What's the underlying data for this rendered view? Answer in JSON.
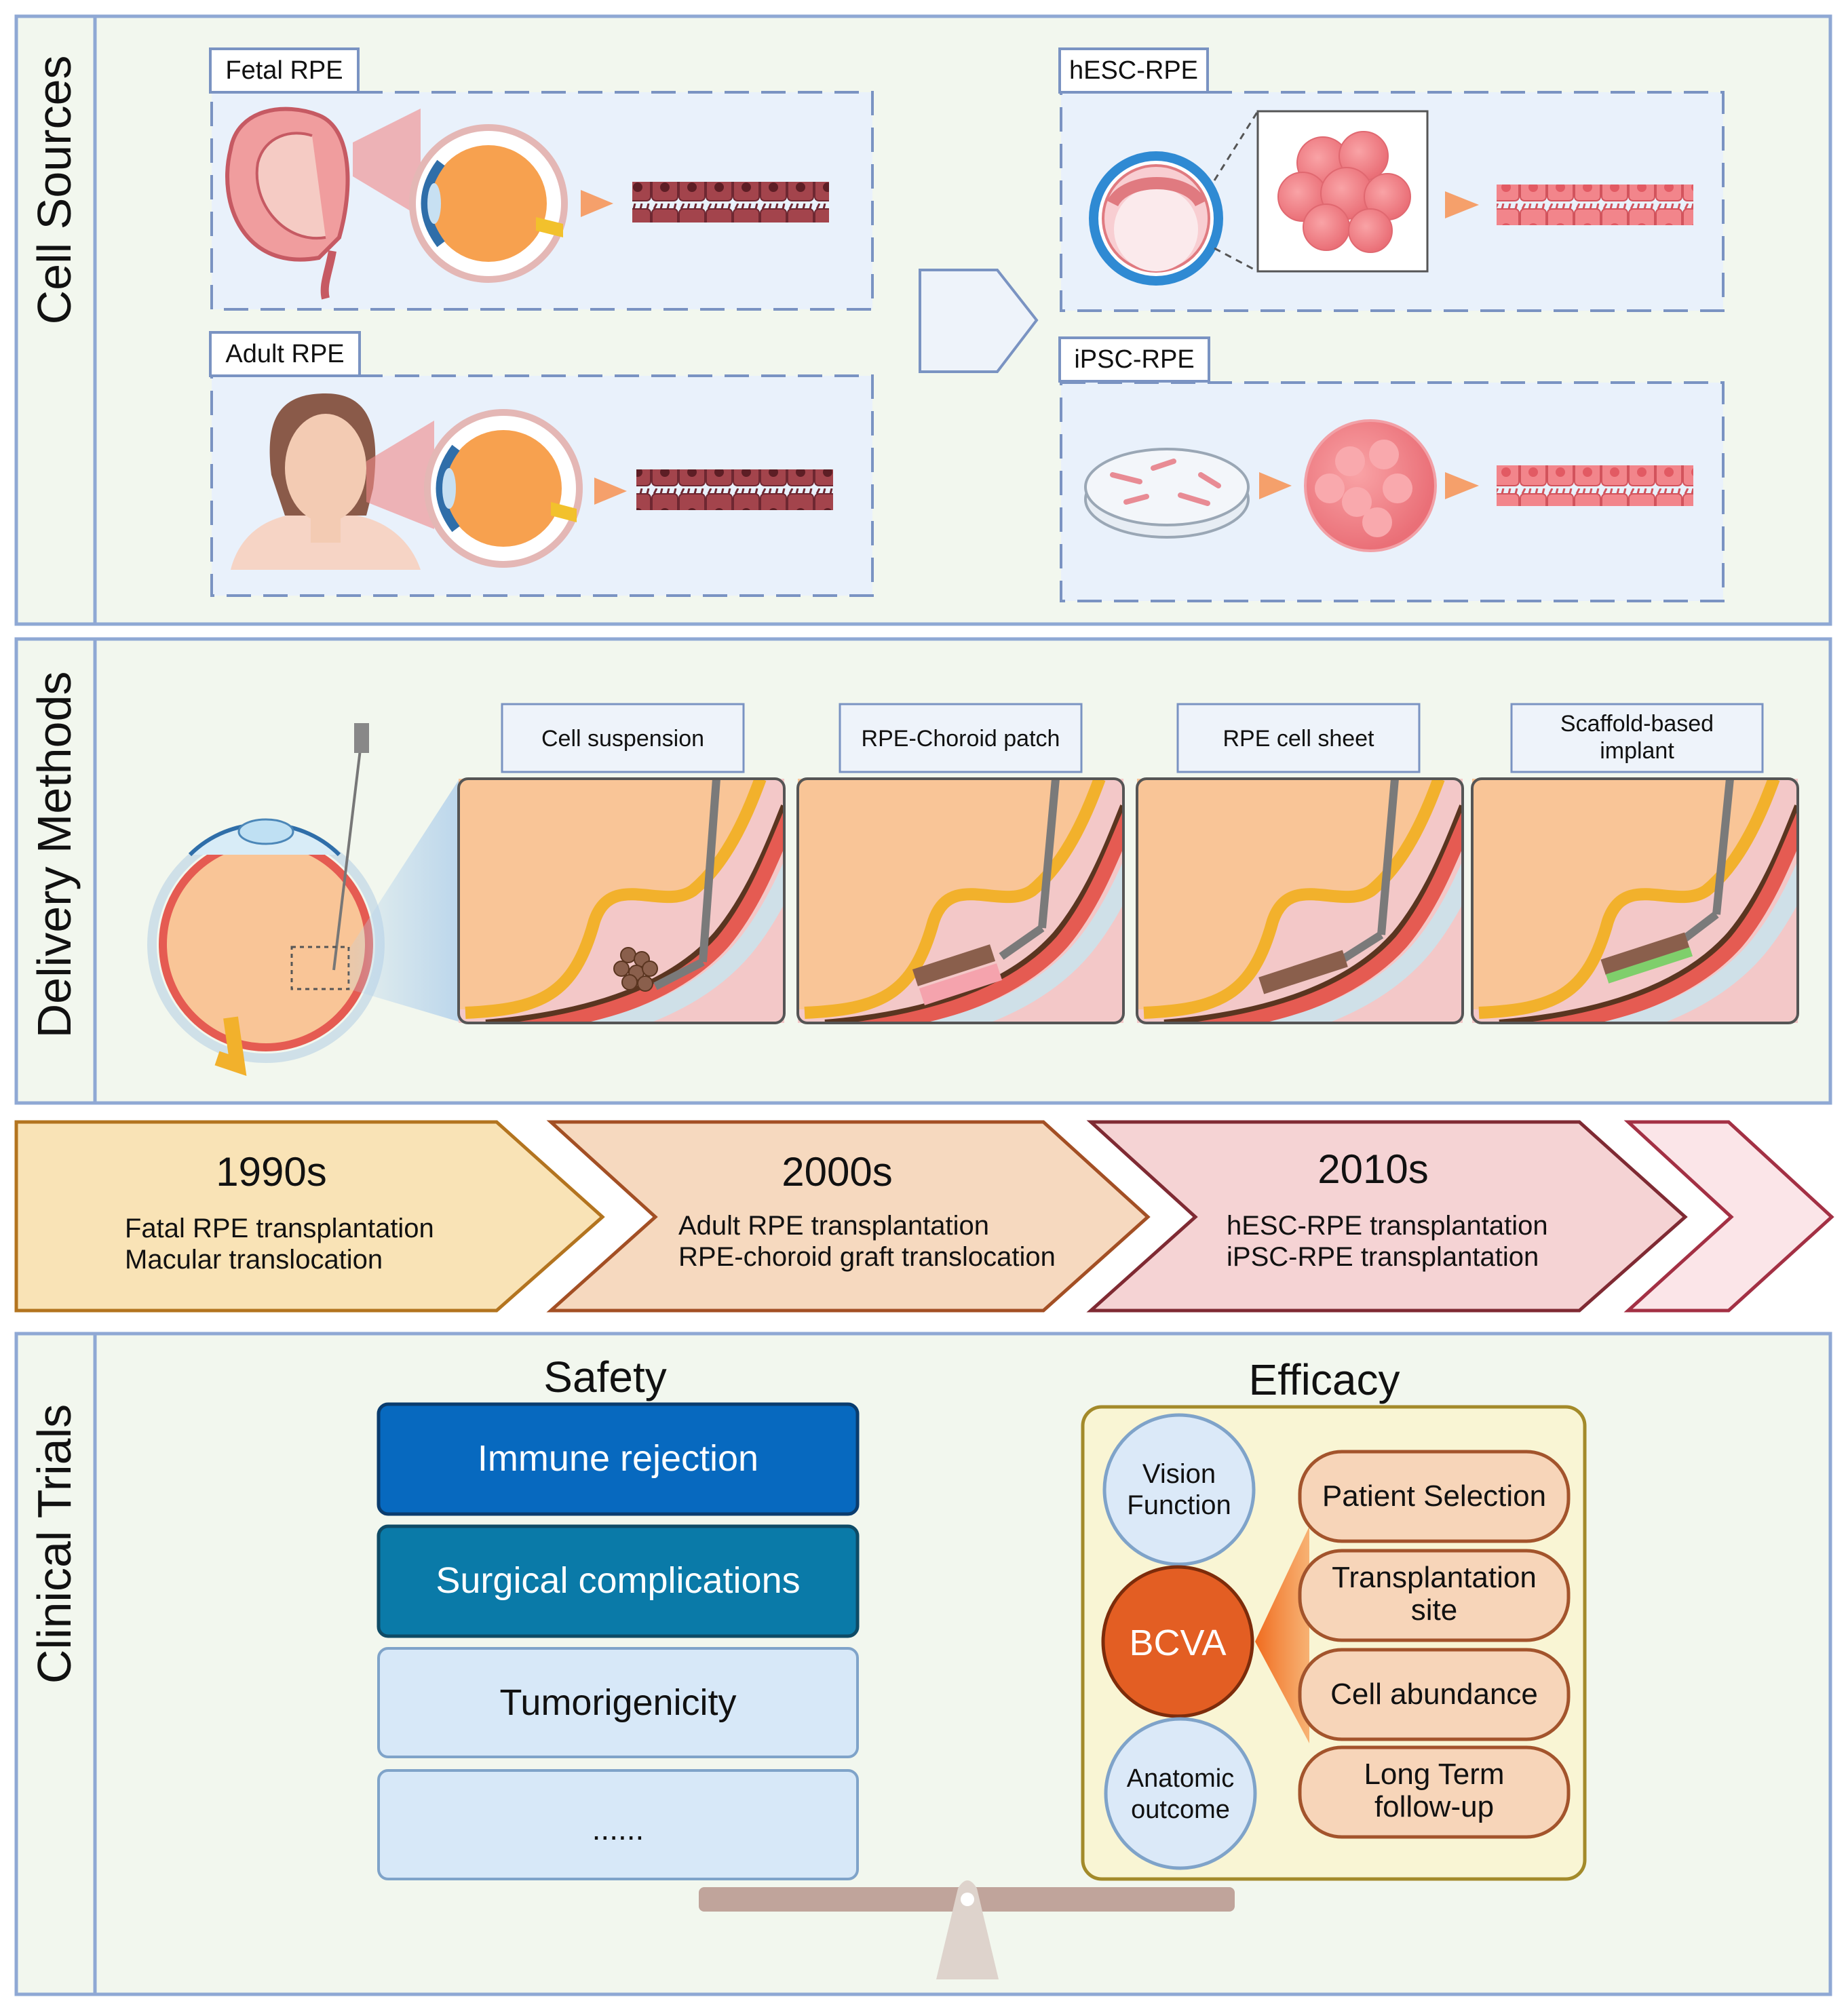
{
  "colors": {
    "panel_bg": "#f2f7ee",
    "panel_border": "#8fa8d4",
    "card_bg": "#e9f1fb",
    "card_border": "#7a93c2",
    "arrow_orange": "#f5a06b",
    "rpe_dark": "#a3444c",
    "rpe_light": "#f07f86",
    "timeline_1990_fill": "#f9e3b6",
    "timeline_1990_stroke": "#b3741f",
    "timeline_2000_fill": "#f6d9bf",
    "timeline_2000_stroke": "#a34f24",
    "timeline_2010_fill": "#f5d3d4",
    "timeline_2010_stroke": "#7f2a33",
    "safety_blue_1": "#0769bf",
    "safety_blue_2": "#0a7aa8",
    "safety_light": "#d7e8f8",
    "efficacy_bg": "#f9f5d4",
    "efficacy_border": "#a38a2a",
    "bcva_orange": "#e35e23",
    "pill_bg": "#f7d5b9",
    "pill_border": "#a3542c",
    "balance": "#c0a49b"
  },
  "sections": {
    "cell_sources": "Cell Sources",
    "delivery_methods": "Delivery Methods",
    "clinical_trials": "Clinical Trials"
  },
  "cell_sources": {
    "fetal": "Fetal RPE",
    "adult": "Adult RPE",
    "hesc": "hESC-RPE",
    "ipsc": "iPSC-RPE"
  },
  "delivery": {
    "methods": [
      "Cell suspension",
      "RPE-Choroid patch",
      "RPE cell sheet"
    ],
    "scaffold_line1": "Scaffold-based",
    "scaffold_line2": "implant"
  },
  "timeline": [
    {
      "decade": "1990s",
      "line1": "Fatal RPE transplantation",
      "line2": "Macular translocation"
    },
    {
      "decade": "2000s",
      "line1": "Adult RPE transplantation",
      "line2": "RPE-choroid graft translocation"
    },
    {
      "decade": "2010s",
      "line1": "hESC-RPE transplantation",
      "line2": "iPSC-RPE transplantation"
    }
  ],
  "clinical": {
    "safety_title": "Safety",
    "efficacy_title": "Efficacy",
    "safety_items": [
      "Immune rejection",
      "Surgical complications",
      "Tumorigenicity",
      "......"
    ],
    "vision_line1": "Vision",
    "vision_line2": "Function",
    "bcva": "BCVA",
    "anatomic_line1": "Anatomic",
    "anatomic_line2": "outcome",
    "factors": {
      "patient_selection": "Patient Selection",
      "transplant_line1": "Transplantation",
      "transplant_line2": "site",
      "cell_abundance": "Cell abundance",
      "long_term_line1": "Long Term",
      "long_term_line2": "follow-up"
    }
  }
}
